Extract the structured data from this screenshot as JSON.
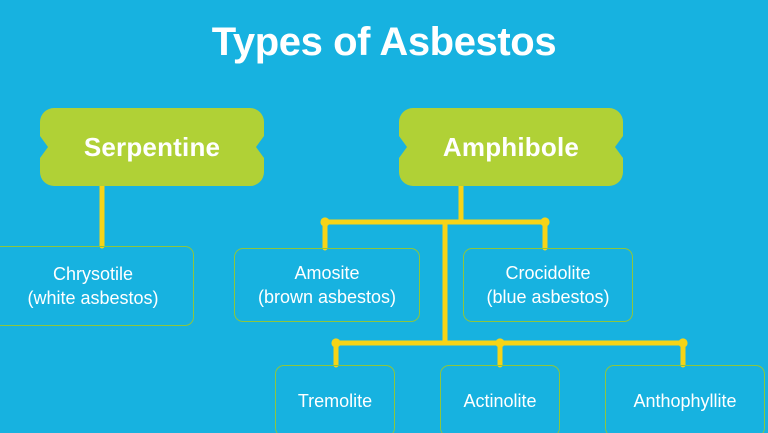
{
  "page": {
    "title": "Types of Asbestos",
    "background_color": "#17b2e0",
    "accent_green": "#b0d136",
    "accent_yellow": "#f7d417",
    "border_green": "#8cc63f",
    "text_color": "#ffffff"
  },
  "branches": [
    {
      "id": "serpentine",
      "label": "Serpentine",
      "children": [
        {
          "id": "chrysotile",
          "name": "Chrysotile",
          "alias": "(white asbestos)"
        }
      ]
    },
    {
      "id": "amphibole",
      "label": "Amphibole",
      "children": [
        {
          "id": "amosite",
          "name": "Amosite",
          "alias": "(brown asbestos)"
        },
        {
          "id": "crocidolite",
          "name": "Crocidolite",
          "alias": "(blue asbestos)"
        }
      ],
      "grandchildren": [
        {
          "id": "tremolite",
          "name": "Tremolite"
        },
        {
          "id": "actinolite",
          "name": "Actinolite"
        },
        {
          "id": "anthophyllite",
          "name": "Anthophyllite"
        }
      ]
    }
  ]
}
